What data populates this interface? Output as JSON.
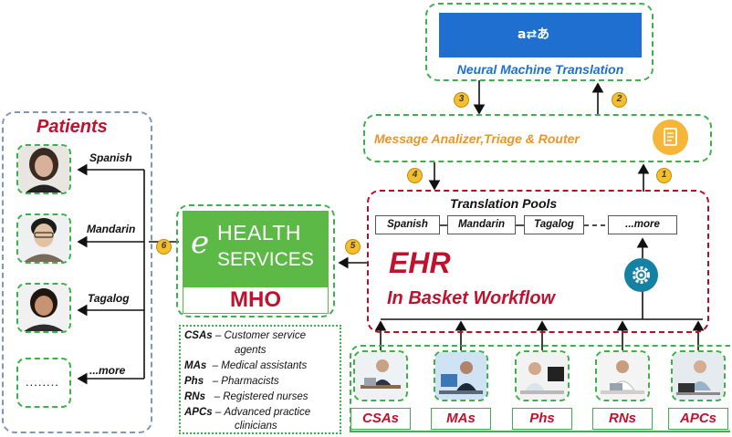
{
  "nmt": {
    "title": "Neural Machine Translation"
  },
  "router": {
    "title": "Message Analizer,Triage & Router"
  },
  "badges": [
    "1",
    "2",
    "3",
    "4",
    "5",
    "6"
  ],
  "ehr": {
    "pools_title": "Translation Pools",
    "pools": [
      "Spanish",
      "Mandarin",
      "Tagalog",
      "...more"
    ],
    "title": "EHR",
    "subtitle": "In Basket Workflow"
  },
  "health": {
    "line1": "HEALTH",
    "line2": "SERVICES",
    "mho": "MHO"
  },
  "patients": {
    "title": "Patients",
    "languages": [
      "Spanish",
      "Mandarin",
      "Tagalog",
      "...more"
    ],
    "placeholder": "........"
  },
  "legend": [
    {
      "abbr": "CSAs",
      "dash": "–",
      "desc1": "Customer service",
      "desc2": "agents"
    },
    {
      "abbr": "MAs",
      "dash": "–",
      "desc1": "Medical assistants",
      "desc2": ""
    },
    {
      "abbr": "Phs",
      "dash": "–",
      "desc1": "Pharmacists",
      "desc2": ""
    },
    {
      "abbr": "RNs",
      "dash": "–",
      "desc1": "Registered nurses",
      "desc2": ""
    },
    {
      "abbr": "APCs",
      "dash": "–",
      "desc1": "Advanced practice",
      "desc2": "clinicians"
    }
  ],
  "staff": [
    "CSAs",
    "MAs",
    "Phs",
    "RNs",
    "APCs"
  ],
  "colors": {
    "accent_red": "#c0122f",
    "green": "#3cb34a",
    "translator_blue": "#1e6fd0",
    "router_orange": "#e8962a",
    "gear_teal": "#1682a3"
  },
  "icons": {
    "translator": "translator-icon",
    "document": "document-icon",
    "gear": "gear-icon"
  }
}
